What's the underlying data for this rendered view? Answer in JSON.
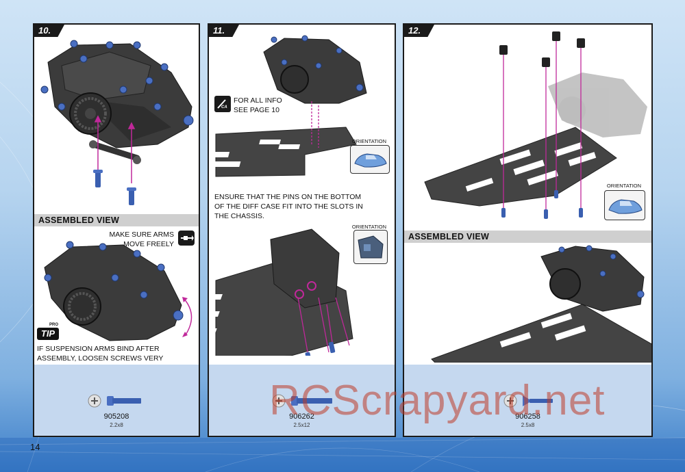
{
  "page": {
    "number": "14",
    "watermark": "RCScrapyard.net"
  },
  "steps": [
    {
      "number": "10.",
      "assembled_label": "ASSEMBLED VIEW",
      "note_arms": [
        "MAKE SURE ARMS",
        "MOVE FREELY"
      ],
      "tip_label": "TIP",
      "tip_prefix": "PRO",
      "tip_text": [
        "IF SUSPENSION ARMS BIND AFTER",
        "ASSEMBLY, LOOSEN SCREWS VERY SLIGHTLY."
      ],
      "part": {
        "number": "905208",
        "size": "2.2x8"
      }
    },
    {
      "number": "11.",
      "info_text": [
        "FOR ALL INFO",
        "SEE PAGE 10"
      ],
      "info_icon": "CA",
      "orientation_label": "ORIENTATION",
      "orientation_label_2": "ORIENTATION",
      "instruction": [
        "ENSURE THAT THE PINS ON THE BOTTOM",
        "OF THE DIFF CASE FIT INTO THE SLOTS IN",
        "THE CHASSIS."
      ],
      "part": {
        "number": "906262",
        "size": "2.5x12"
      }
    },
    {
      "number": "12.",
      "orientation_label": "ORIENTATION",
      "assembled_label": "ASSEMBLED VIEW",
      "part": {
        "number": "906258",
        "size": "2.5x8"
      }
    }
  ],
  "colors": {
    "accent_pink": "#c0289a",
    "screw_blue": "#3a5fb0",
    "parts_bg": "#c5d8ef"
  }
}
